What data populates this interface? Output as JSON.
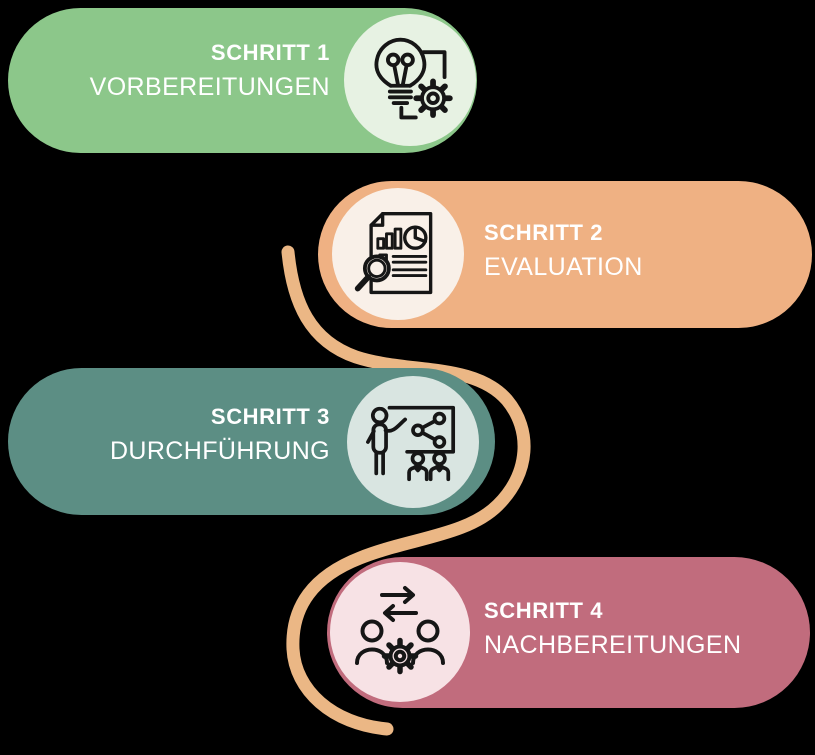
{
  "canvas": {
    "background": "#000000"
  },
  "connector": {
    "shape": "s-curve",
    "color": "#EBB785"
  },
  "steps": [
    {
      "label": "SCHRITT 1",
      "title": "VORBEREITUNGEN",
      "pill_color": "#8CC78A",
      "circle_color": "#E7F2E3",
      "icon": "lightbulb-gear-icon",
      "icon_side": "right",
      "text_color": "#FFFFFF"
    },
    {
      "label": "SCHRITT 2",
      "title": "EVALUATION",
      "pill_color": "#EFB183",
      "circle_color": "#F9F0E8",
      "icon": "report-magnifier-icon",
      "icon_side": "left",
      "text_color": "#FFFFFF"
    },
    {
      "label": "SCHRITT 3",
      "title": "DURCHFÜHRUNG",
      "pill_color": "#5C8E84",
      "circle_color": "#D9E5E1",
      "icon": "presentation-audience-icon",
      "icon_side": "right",
      "text_color": "#FFFFFF"
    },
    {
      "label": "SCHRITT 4",
      "title": "NACHBEREITUNGEN",
      "pill_color": "#C16C7D",
      "circle_color": "#F7E2E5",
      "icon": "people-exchange-gear-icon",
      "icon_side": "left",
      "text_color": "#FFFFFF"
    }
  ]
}
